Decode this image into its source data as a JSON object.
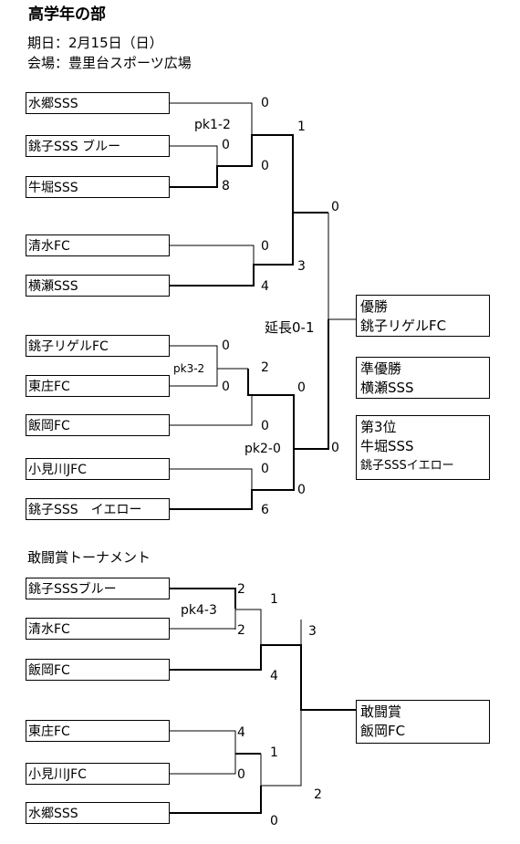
{
  "header": {
    "title": "高学年の部",
    "date": "期日：2月15日（日）",
    "venue": "会場：豊里台スポーツ広場"
  },
  "main": {
    "teams": [
      "水郷SSS",
      "銚子SSS ブルー",
      "牛堀SSS",
      "清水FC",
      "横瀬SSS",
      "銚子リゲルFC",
      "東庄FC",
      "飯岡FC",
      "小見川JFC",
      "銚子SSS　イエロー"
    ],
    "scores": [
      "0",
      "0",
      "8",
      "0",
      "1",
      "0",
      "4",
      "3",
      "0",
      "0",
      "2",
      "0",
      "0",
      "0",
      "0",
      "6",
      "0",
      "0"
    ],
    "notes": [
      "pk1-2",
      "pk3-2",
      "pk2-0",
      "延長0-1"
    ],
    "results": {
      "champion_label": "優勝",
      "champion": "銚子リゲルFC",
      "runnerup_label": "準優勝",
      "runnerup": "横瀬SSS",
      "third_label": "第3位",
      "third_1": "牛堀SSS",
      "third_2": "銚子SSSイエロー"
    }
  },
  "fighting": {
    "title": "敢闘賞トーナメント",
    "teams": [
      "銚子SSSブルー",
      "清水FC",
      "飯岡FC",
      "東庄FC",
      "小見川JFC",
      "水郷SSS"
    ],
    "scores": [
      "2",
      "2",
      "1",
      "3",
      "4",
      "4",
      "0",
      "1",
      "2",
      "0"
    ],
    "note": "pk4-3",
    "award_label": "敢闘賞",
    "award_team": "飯岡FC"
  }
}
